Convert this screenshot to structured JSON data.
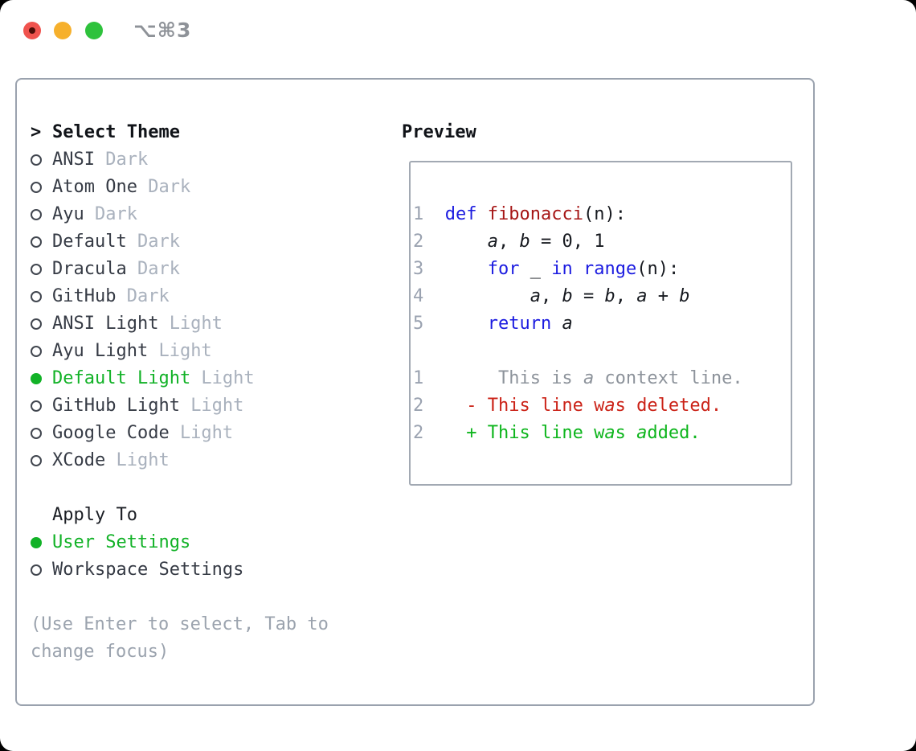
{
  "window": {
    "title": "⌥⌘3",
    "traffic_lights": [
      "close",
      "minimize",
      "zoom"
    ]
  },
  "colors": {
    "selection_green": "#12b227",
    "keyword_blue": "#1b1be0",
    "function_red": "#a61616",
    "diff_deleted_red": "#cb2217",
    "diff_added_green": "#0db51c",
    "muted_gray": "#a9b1bd",
    "line_number_gray": "#9aa2b0",
    "border_gray": "#9aa2ae",
    "traffic_red": "#f0534e",
    "traffic_yellow": "#f6b02c",
    "traffic_green": "#2ec23c"
  },
  "theme_picker": {
    "header": {
      "prompt": ">",
      "label": "Select Theme"
    },
    "themes": [
      {
        "name": "ANSI",
        "variant": "Dark",
        "selected": false
      },
      {
        "name": "Atom One",
        "variant": "Dark",
        "selected": false
      },
      {
        "name": "Ayu",
        "variant": "Dark",
        "selected": false
      },
      {
        "name": "Default",
        "variant": "Dark",
        "selected": false
      },
      {
        "name": "Dracula",
        "variant": "Dark",
        "selected": false
      },
      {
        "name": "GitHub",
        "variant": "Dark",
        "selected": false
      },
      {
        "name": "ANSI Light",
        "variant": "Light",
        "selected": false
      },
      {
        "name": "Ayu Light",
        "variant": "Light",
        "selected": false
      },
      {
        "name": "Default Light",
        "variant": "Light",
        "selected": true
      },
      {
        "name": "GitHub Light",
        "variant": "Light",
        "selected": false
      },
      {
        "name": "Google Code",
        "variant": "Light",
        "selected": false
      },
      {
        "name": "XCode",
        "variant": "Light",
        "selected": false
      }
    ],
    "apply_to": {
      "label": "Apply To",
      "options": [
        {
          "name": "User Settings",
          "selected": true
        },
        {
          "name": "Workspace Settings",
          "selected": false
        }
      ]
    },
    "help": [
      "(Use Enter to select, Tab to",
      "change focus)"
    ]
  },
  "preview": {
    "label": "Preview",
    "lines": [
      {
        "tokens": [
          {
            "t": "1",
            "c": "ln"
          },
          {
            "t": "  ",
            "c": "pl"
          },
          {
            "t": "def",
            "c": "kw"
          },
          {
            "t": " ",
            "c": "pl"
          },
          {
            "t": "fibonacci",
            "c": "fn"
          },
          {
            "t": "(n):",
            "c": "pl"
          }
        ]
      },
      {
        "tokens": [
          {
            "t": "2",
            "c": "ln"
          },
          {
            "t": "      ",
            "c": "pl"
          },
          {
            "t": "a",
            "c": "pl i"
          },
          {
            "t": ", ",
            "c": "pl"
          },
          {
            "t": "b",
            "c": "pl i"
          },
          {
            "t": " = 0, 1",
            "c": "pl"
          }
        ]
      },
      {
        "tokens": [
          {
            "t": "3",
            "c": "ln"
          },
          {
            "t": "      ",
            "c": "pl"
          },
          {
            "t": "for",
            "c": "kw"
          },
          {
            "t": " _ ",
            "c": "pl"
          },
          {
            "t": "in",
            "c": "kw"
          },
          {
            "t": " ",
            "c": "pl"
          },
          {
            "t": "range",
            "c": "kw"
          },
          {
            "t": "(n):",
            "c": "pl"
          }
        ]
      },
      {
        "tokens": [
          {
            "t": "4",
            "c": "ln"
          },
          {
            "t": "          ",
            "c": "pl"
          },
          {
            "t": "a",
            "c": "pl i"
          },
          {
            "t": ", ",
            "c": "pl"
          },
          {
            "t": "b",
            "c": "pl i"
          },
          {
            "t": " = ",
            "c": "pl"
          },
          {
            "t": "b",
            "c": "pl i"
          },
          {
            "t": ", ",
            "c": "pl"
          },
          {
            "t": "a",
            "c": "pl i"
          },
          {
            "t": " + ",
            "c": "pl"
          },
          {
            "t": "b",
            "c": "pl i"
          }
        ]
      },
      {
        "tokens": [
          {
            "t": "5",
            "c": "ln"
          },
          {
            "t": "      ",
            "c": "pl"
          },
          {
            "t": "return",
            "c": "kw"
          },
          {
            "t": " ",
            "c": "pl"
          },
          {
            "t": "a",
            "c": "pl i"
          }
        ]
      },
      {
        "tokens": []
      },
      {
        "tokens": [
          {
            "t": "1",
            "c": "ln"
          },
          {
            "t": "       This is ",
            "c": "ctx"
          },
          {
            "t": "a",
            "c": "ctx i"
          },
          {
            "t": " context line.",
            "c": "ctx"
          }
        ]
      },
      {
        "tokens": [
          {
            "t": "2",
            "c": "ln"
          },
          {
            "t": "    - This line w",
            "c": "del"
          },
          {
            "t": "a",
            "c": "del i"
          },
          {
            "t": "s deleted.",
            "c": "del"
          }
        ]
      },
      {
        "tokens": [
          {
            "t": "2",
            "c": "ln"
          },
          {
            "t": "    + This line w",
            "c": "add"
          },
          {
            "t": "a",
            "c": "add i"
          },
          {
            "t": "s ",
            "c": "add"
          },
          {
            "t": "a",
            "c": "add i"
          },
          {
            "t": "dded.",
            "c": "add"
          }
        ]
      }
    ]
  }
}
